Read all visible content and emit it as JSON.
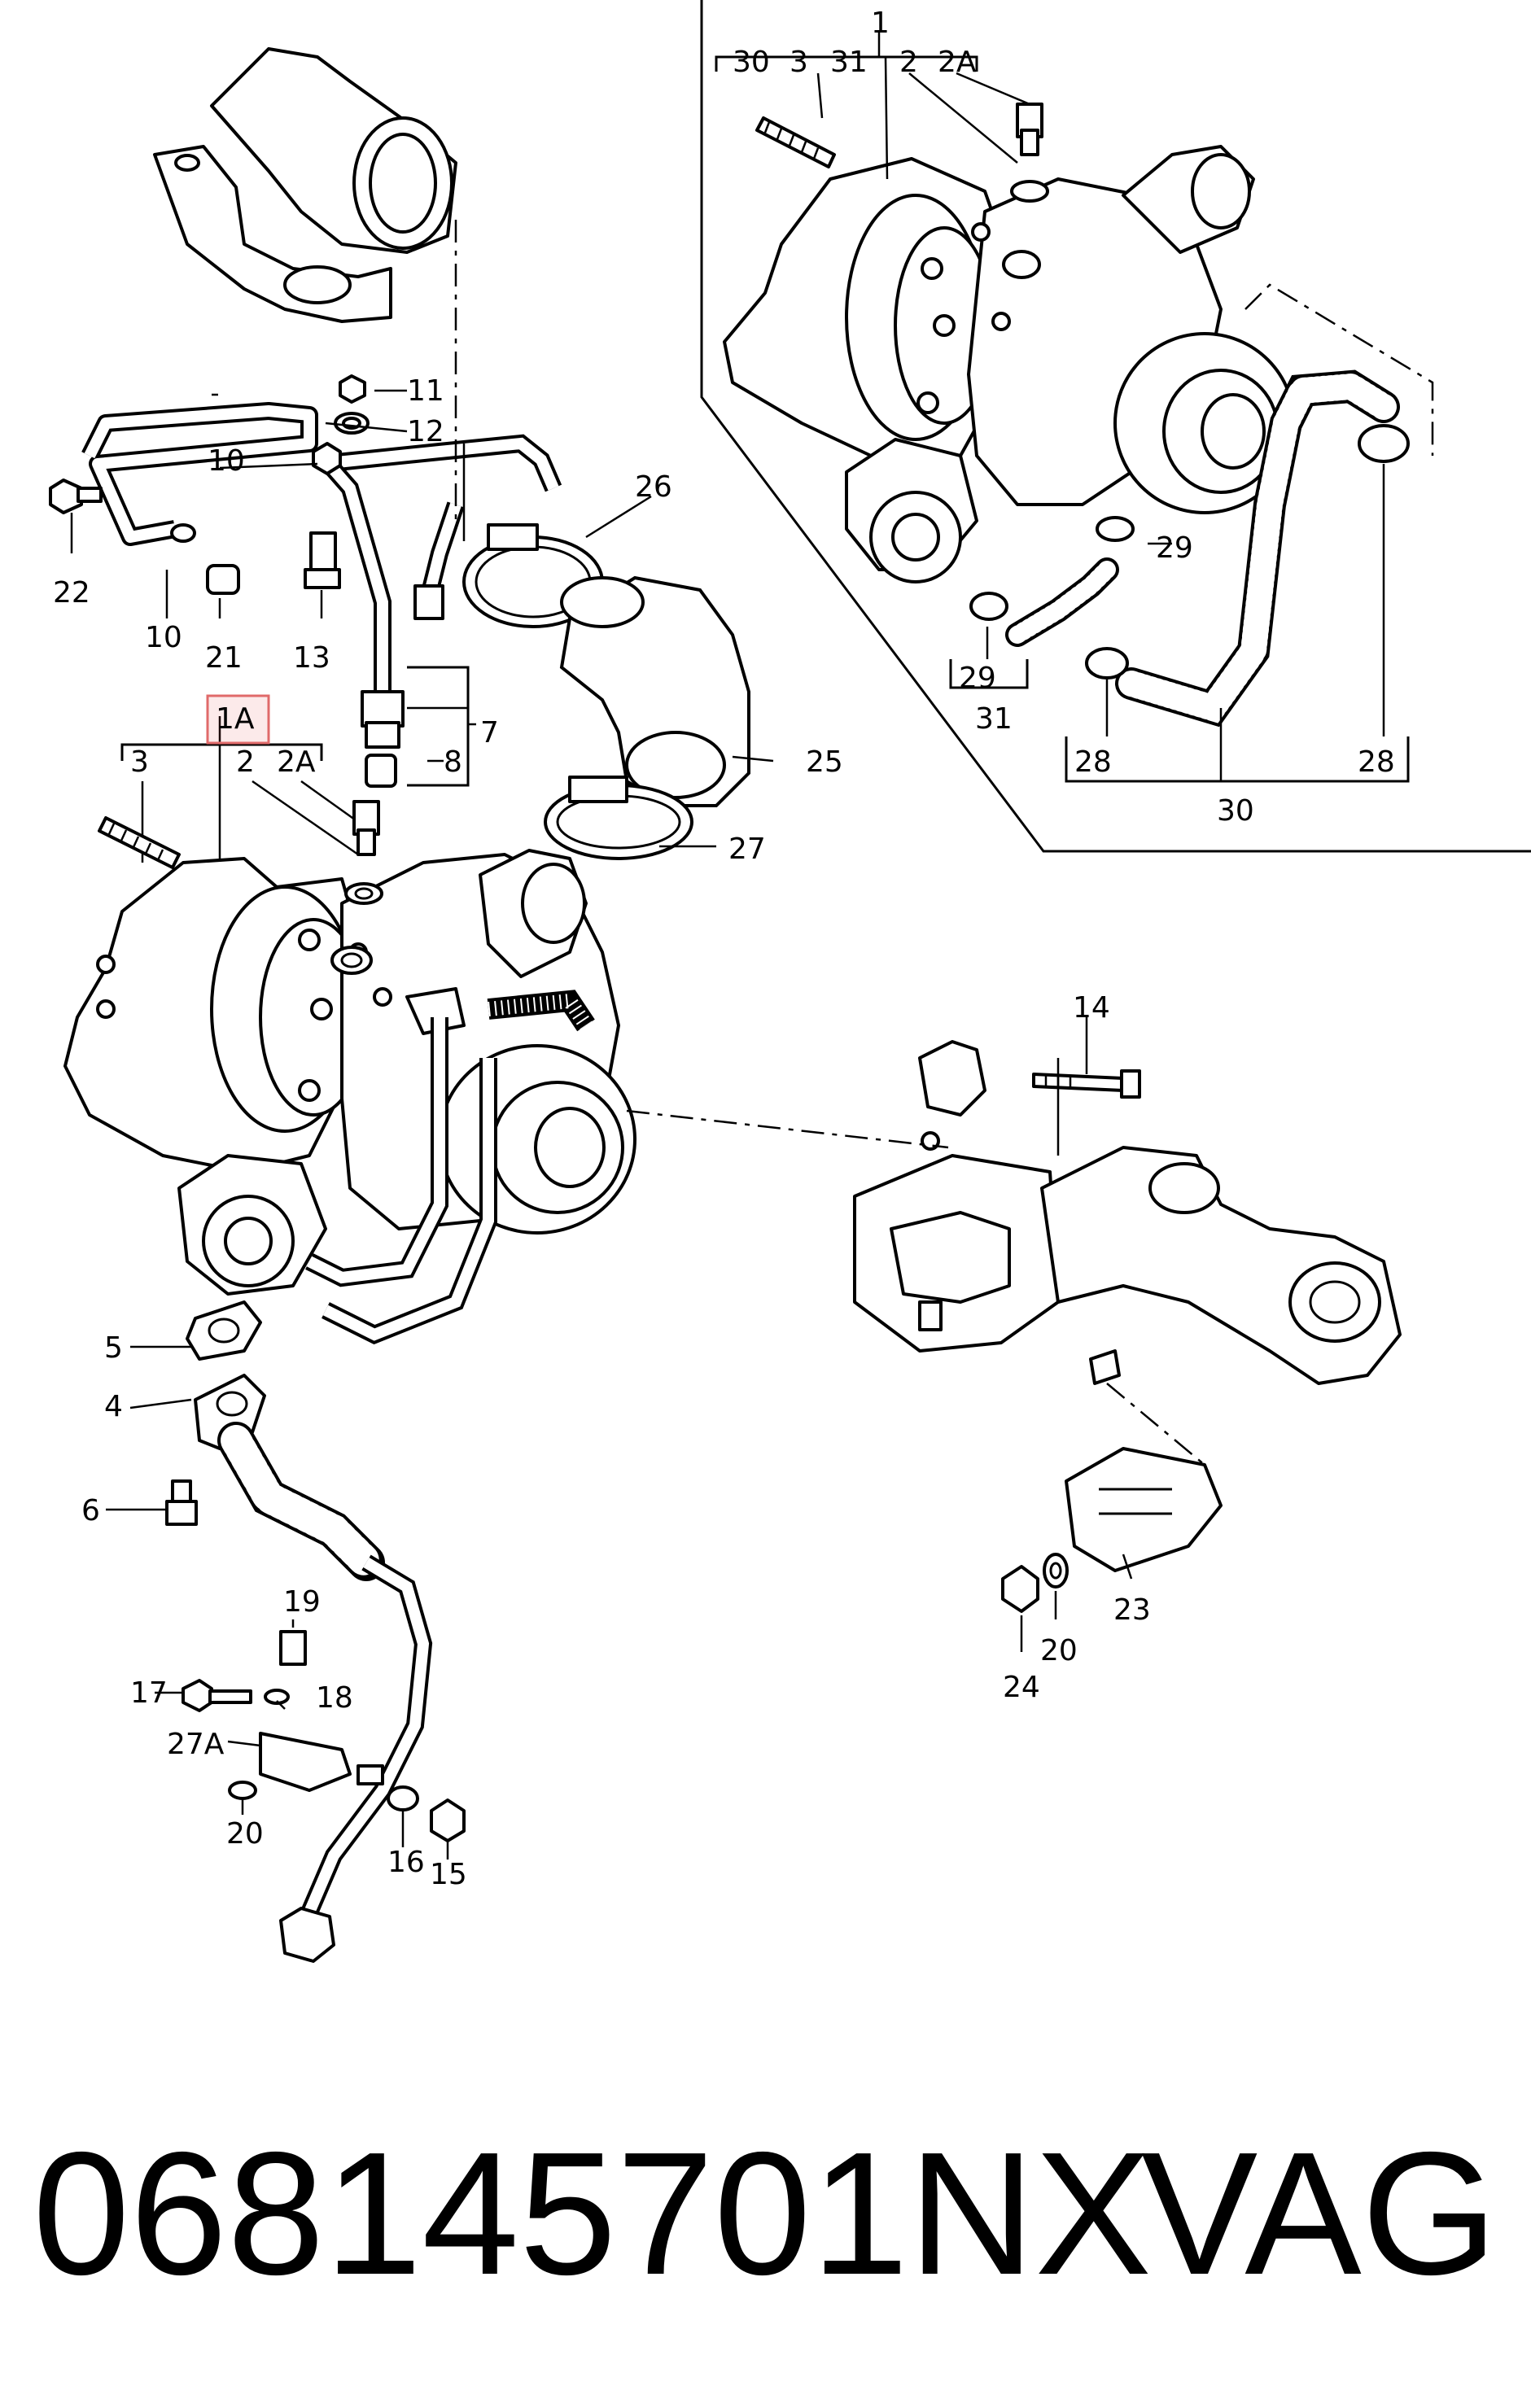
{
  "labels": {
    "l1": "1",
    "l1A": "1A",
    "l2": "2",
    "l2A": "2A",
    "l3": "3",
    "l4": "4",
    "l5": "5",
    "l6": "6",
    "l7": "7",
    "l8": "8",
    "l10a": "10",
    "l10b": "10",
    "l11": "11",
    "l12": "12",
    "l13": "13",
    "l14": "14",
    "l15": "15",
    "l16": "16",
    "l17": "17",
    "l18": "18",
    "l19": "19",
    "l20a": "20",
    "l20b": "20",
    "l21": "21",
    "l22": "22",
    "l23": "23",
    "l24": "24",
    "l25": "25",
    "l26": "26",
    "l27": "27",
    "l27A": "27A",
    "l28a": "28",
    "l28b": "28",
    "l29a": "29",
    "l29b": "29",
    "l30": "30",
    "l30b": "30",
    "l31": "31",
    "l31b": "31",
    "l2i": "2",
    "l2Ai": "2A",
    "l3i": "3"
  },
  "caption": {
    "part_number": "068145701NX",
    "brand": "VAG"
  }
}
